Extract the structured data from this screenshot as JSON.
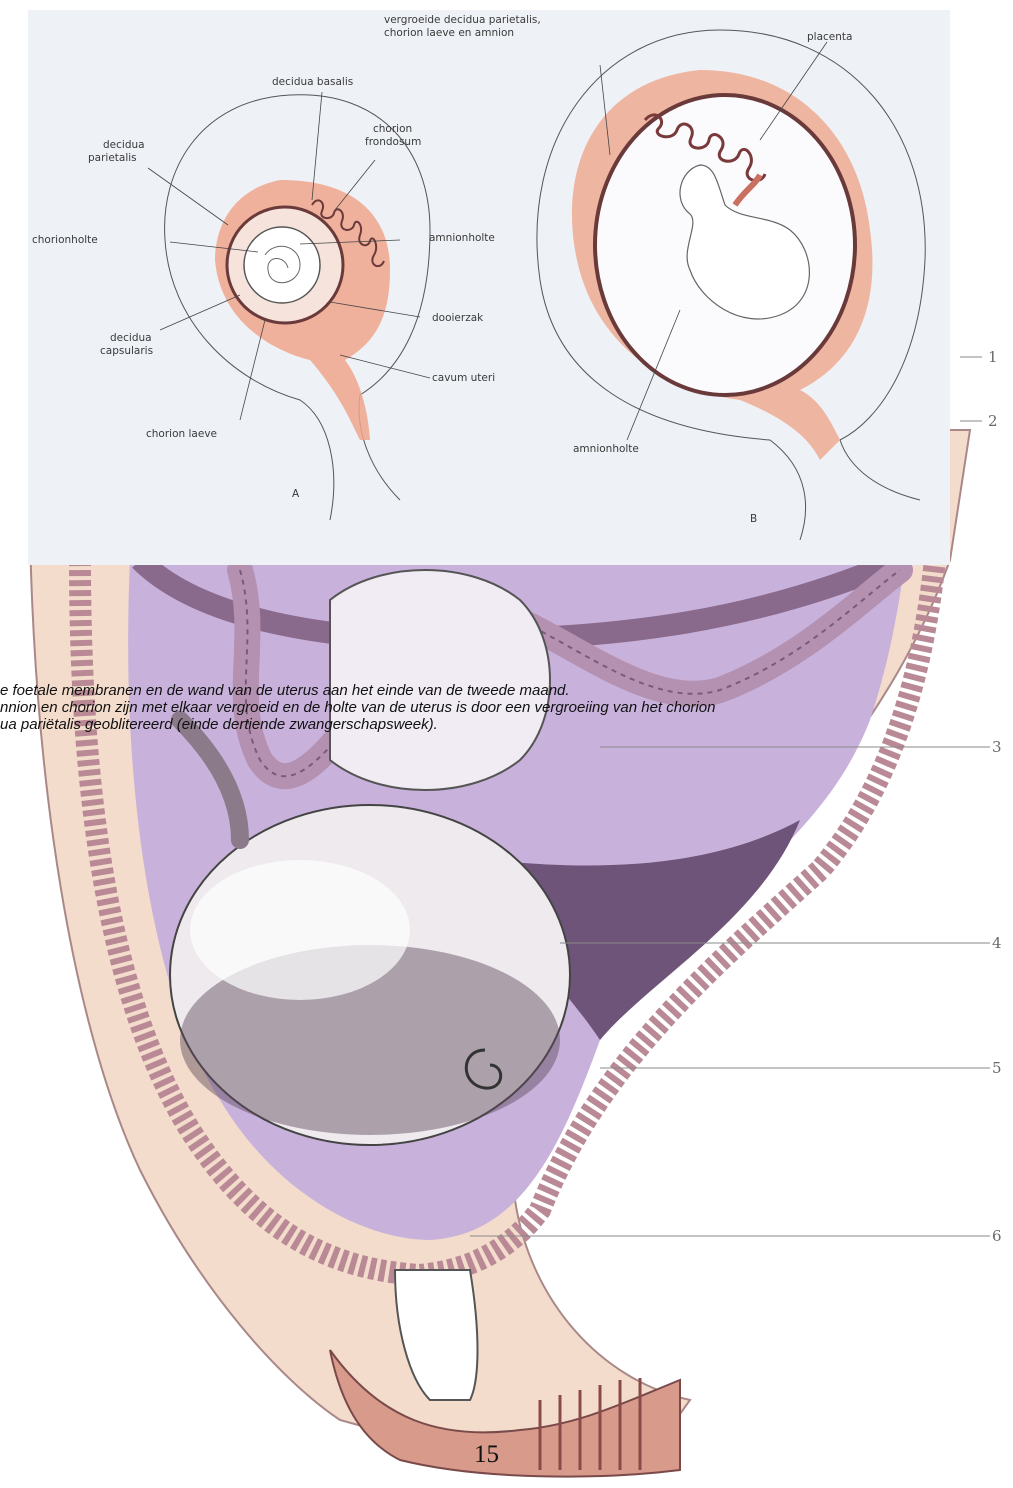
{
  "labels_a": {
    "decidua_basalis": "decidua basalis",
    "chorion_frondosum_1": "chorion",
    "chorion_frondosum_2": "frondosum",
    "decidua_parietalis_1": "decidua",
    "decidua_parietalis_2": "parietalis",
    "chorionholte": "chorionholte",
    "amnionholte": "amnionholte",
    "dooierzak": "dooierzak",
    "decidua_capsularis_1": "decidua",
    "decidua_capsularis_2": "capsularis",
    "cavum_uteri": "cavum uteri",
    "chorion_laeve": "chorion laeve",
    "panel": "A"
  },
  "labels_b": {
    "vergroeide_1": "vergroeide decidua parietalis,",
    "vergroeide_2": "chorion laeve en amnion",
    "placenta": "placenta",
    "amnionholte": "amnionholte",
    "panel": "B"
  },
  "numbers": [
    "1",
    "2",
    "3",
    "4",
    "5",
    "6"
  ],
  "caption": {
    "line1": "e foetale membranen en de wand van de uterus aan het einde van de tweede maand.",
    "line2": "nnion en chorion zijn met elkaar vergroeid en de holte van de uterus is door een vergroeiing van het chorion",
    "line3": "ua pariëtalis geoblitereerd (einde dertiende zwangerschapsweek)."
  },
  "page_number": "15",
  "colors": {
    "decidua": "#eea68c",
    "membrane": "#6a3a3a",
    "amnion_fluid": "#c8b2dc",
    "amnion_dark": "#6e5478",
    "uterus_wall": "#f3dccb",
    "muscle": "#a7667a"
  }
}
